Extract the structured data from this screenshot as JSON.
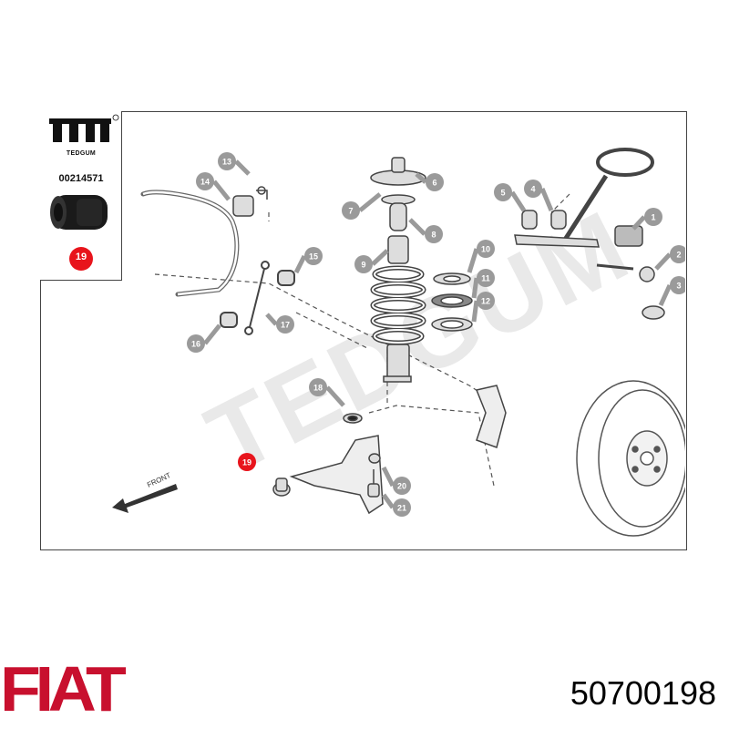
{
  "inset": {
    "brand": "TEDGUM",
    "code": "00214571",
    "highlight": "19"
  },
  "watermark": "TEDGUM",
  "front_label": "FRONT",
  "callouts": [
    "1",
    "2",
    "3",
    "4",
    "5",
    "6",
    "7",
    "8",
    "9",
    "10",
    "11",
    "12",
    "13",
    "14",
    "15",
    "16",
    "17",
    "18",
    "19",
    "20",
    "21"
  ],
  "footer": {
    "brand": "FIAT",
    "part_number": "50700198"
  },
  "colors": {
    "highlight_red": "#e8141c",
    "callout_grey": "#9a9a9a",
    "brand_red": "#c8102e"
  }
}
